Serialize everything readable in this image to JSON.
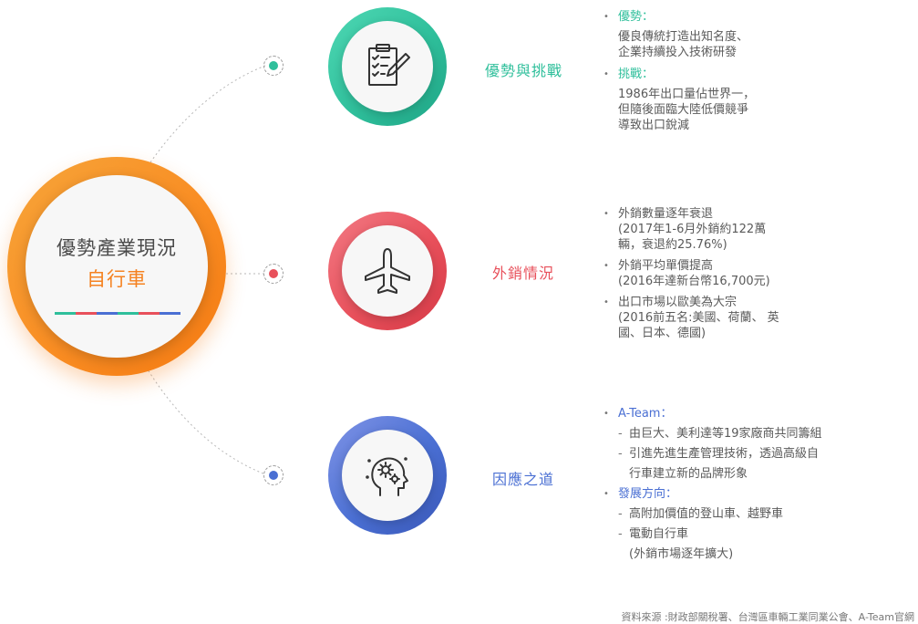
{
  "center": {
    "title": "優勢產業現況",
    "subtitle": "自行車",
    "stripe_colors": [
      "#2fbf9b",
      "#e8505b",
      "#4a6fd3",
      "#2fbf9b",
      "#e8505b",
      "#4a6fd3"
    ]
  },
  "colors": {
    "hub": "#f98d23",
    "green": "#2fbf9b",
    "red": "#e8505b",
    "blue": "#4a6fd3"
  },
  "nodes": [
    {
      "label": "優勢與挑戰",
      "icon": "clipboard-checklist-icon",
      "color": "#2fbf9b"
    },
    {
      "label": "外銷情況",
      "icon": "airplane-icon",
      "color": "#e8505b"
    },
    {
      "label": "因應之道",
      "icon": "gear-head-icon",
      "color": "#4a6fd3"
    }
  ],
  "advantages": {
    "heading": "優勢：",
    "lines": [
      "優良傳統打造出知名度、",
      "企業持續投入技術研發"
    ],
    "challenge_heading": "挑戰：",
    "challenge_lines": [
      "1986年出口量佔世界一，",
      "但隨後面臨大陸低價競爭",
      "導致出口銳減"
    ]
  },
  "exports": {
    "items": [
      {
        "lines": [
          "外銷數量逐年衰退",
          "(2017年1-6月外銷約122萬",
          "輛，衰退約25.76%)"
        ]
      },
      {
        "lines": [
          "外銷平均單價提高",
          "(2016年達新台幣16,700元)"
        ]
      },
      {
        "lines": [
          "出口市場以歐美為大宗",
          "(2016前五名:美國、荷蘭、 英",
          "國、日本、德國)"
        ]
      }
    ]
  },
  "strategy": {
    "team_heading": "A-Team：",
    "team_items": [
      [
        "由巨大、美利達等19家廠商共同籌組"
      ],
      [
        "引進先進生產管理技術，透過高級自",
        "行車建立新的品牌形象"
      ]
    ],
    "direction_heading": "發展方向：",
    "direction_items": [
      [
        "高附加價值的登山車、越野車"
      ],
      [
        "電動自行車",
        "(外銷市場逐年擴大)"
      ]
    ]
  },
  "source": "資料來源 :財政部關稅署、台灣區車輛工業同業公會、A-Team官網"
}
